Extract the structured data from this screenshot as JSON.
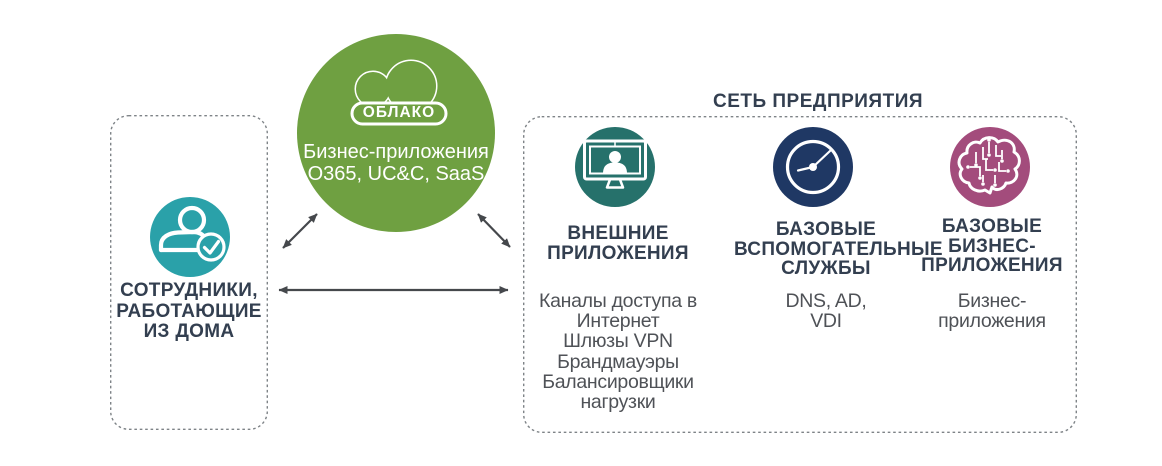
{
  "home_workers": {
    "label_lines": [
      "СОТРУДНИКИ,",
      "РАБОТАЮЩИЕ",
      "ИЗ ДОМА"
    ]
  },
  "cloud": {
    "badge": "ОБЛАКО",
    "lines": [
      "Бизнес-приложения",
      "O365, UC&C, SaaS"
    ]
  },
  "enterprise": {
    "title": "СЕТЬ ПРЕДПРИЯТИЯ",
    "columns": [
      {
        "icon": "monitor-user-icon",
        "heading_lines": [
          "ВНЕШНИЕ",
          "ПРИЛОЖЕНИЯ"
        ],
        "body_lines": [
          "Каналы доступа в",
          "Интернет",
          "Шлюзы VPN",
          "Брандмауэры",
          "Балансировщики",
          "нагрузки"
        ]
      },
      {
        "icon": "clock-icon",
        "heading_lines": [
          "БАЗОВЫЕ",
          "ВСПОМОГАТЕЛЬНЫЕ",
          "СЛУЖБЫ"
        ],
        "body_lines": [
          "DNS, AD,",
          "VDI"
        ]
      },
      {
        "icon": "brain-circuit-icon",
        "heading_lines": [
          "БАЗОВЫЕ",
          "БИЗНЕС-",
          "ПРИЛОЖЕНИЯ"
        ],
        "body_lines": [
          "Бизнес-",
          "приложения"
        ]
      }
    ]
  },
  "colors": {
    "green": "#6FA041",
    "teal": "#2AA1A9",
    "dark_teal": "#26716B",
    "navy": "#1F3864",
    "purple": "#A34C7C",
    "heading": "#333F50",
    "body_text": "#4F5257",
    "arrow": "#45484C",
    "border": "#7E8387"
  }
}
